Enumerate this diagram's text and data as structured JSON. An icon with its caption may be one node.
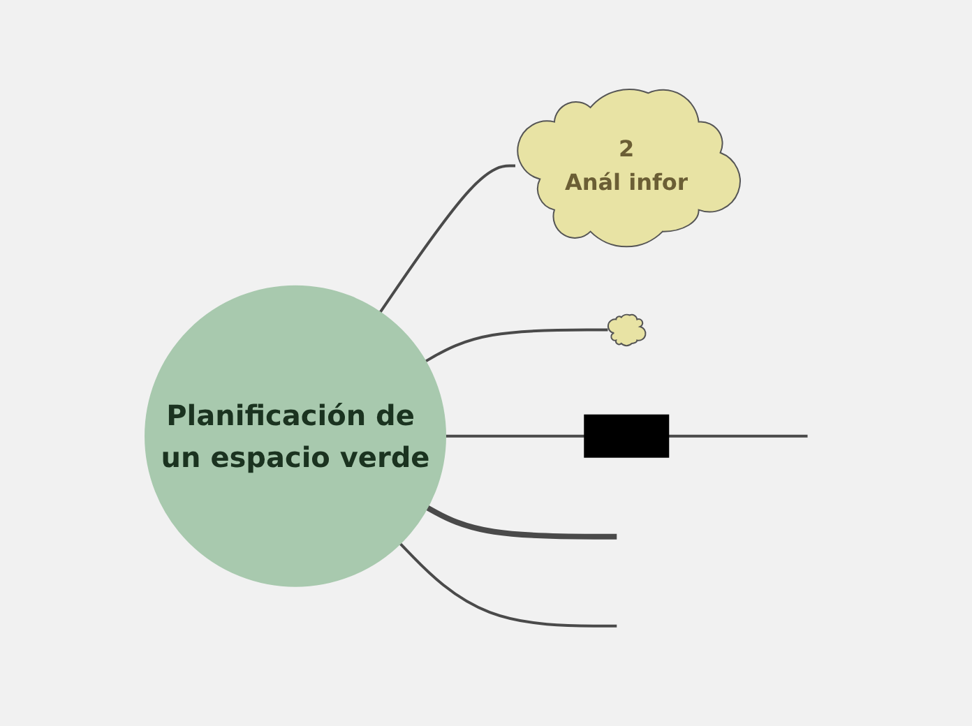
{
  "diagram": {
    "nodes": [
      {
        "text": [
          "Planificación de un espacio verde"
        ]
      },
      {
        "text": [
          "2",
          "Anál infor"
        ]
      },
      {
        "text": [],
        "shape": "cloud"
      },
      {
        "text": [],
        "shape": "box"
      }
    ],
    "edges": [
      {
        "from": 0,
        "to": null,
        "arrow": "none",
        "style": "thick"
      },
      {
        "from": 0,
        "to": 1,
        "arrow": "none"
      },
      {
        "from": 0,
        "to": 2,
        "arrow": "none"
      },
      {
        "from": 0,
        "to": 3,
        "arrow": "none"
      },
      {
        "from": 3,
        "to": null,
        "arrow": "none"
      },
      {
        "from": 0,
        "to": null,
        "arrow": "none"
      }
    ]
  }
}
